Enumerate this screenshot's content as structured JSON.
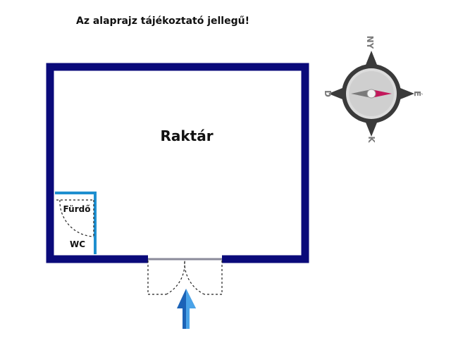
{
  "note": "Az alaprajz tájékoztató jellegű!",
  "rooms": {
    "main": "Raktár",
    "bathroom": "Fürdő",
    "wc": "WC"
  },
  "compass": {
    "north": "NY",
    "east": "É",
    "south": "K",
    "west": "D"
  },
  "colors": {
    "wall": "#0a0a7a",
    "inner_wall": "#1f8fcf",
    "arrow": "#1c63b7",
    "compass_dark": "#3a3a3a",
    "needle": "#c2185b"
  }
}
